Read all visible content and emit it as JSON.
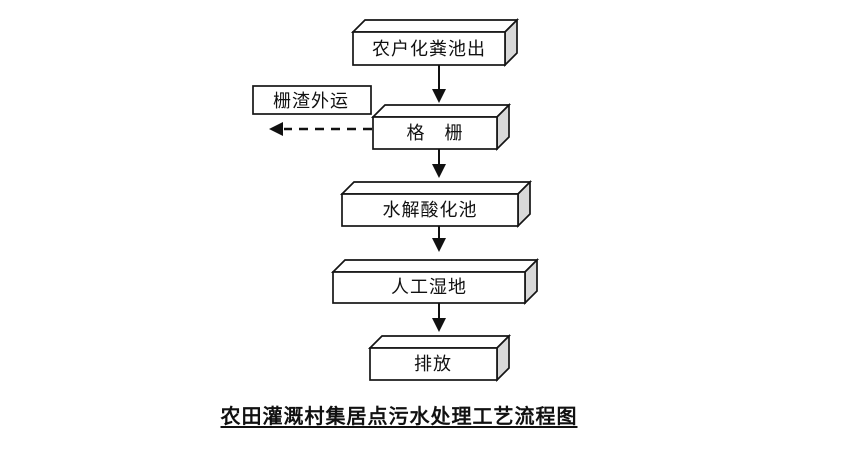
{
  "diagram": {
    "title": "农田灌溉村集居点污水处理工艺流程图",
    "nodes": {
      "septic": {
        "label": "农户化粪池出"
      },
      "screen": {
        "label": "格　栅"
      },
      "residue_out": {
        "label": "栅渣外运"
      },
      "hydrolysis": {
        "label": "水解酸化池"
      },
      "wetland": {
        "label": "人工湿地"
      },
      "discharge": {
        "label": "排放"
      }
    },
    "colors": {
      "line": "#111111",
      "box_face": "#ffffff",
      "box_side": "#d9d9d9",
      "background": "#ffffff"
    }
  }
}
